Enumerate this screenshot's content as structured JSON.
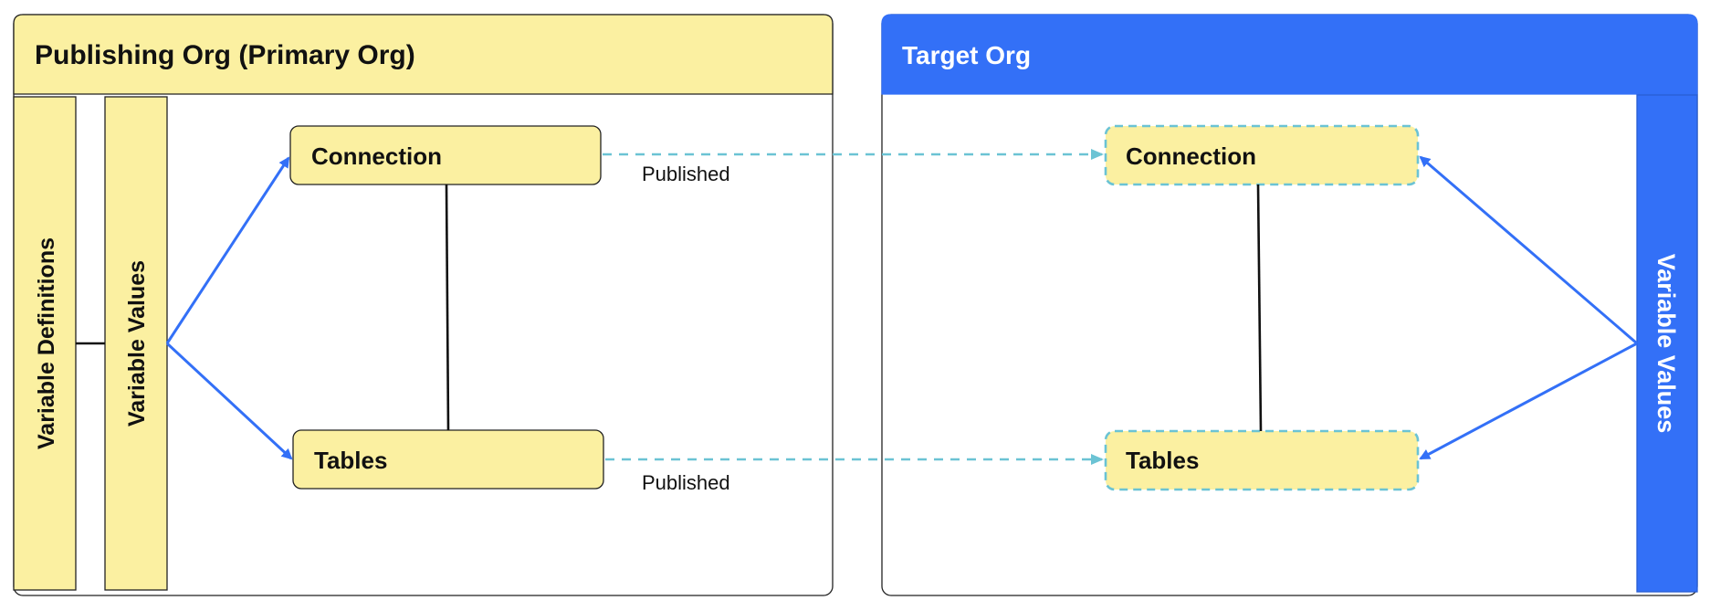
{
  "publishing_org": {
    "title": "Publishing Org (Primary Org)",
    "bars": {
      "definitions": "Variable Definitions",
      "values": "Variable Values"
    },
    "nodes": {
      "connection": "Connection",
      "tables": "Tables"
    }
  },
  "target_org": {
    "title": "Target Org",
    "bar_values": "Variable Values",
    "nodes": {
      "connection": "Connection",
      "tables": "Tables"
    }
  },
  "edges": {
    "published_connection": "Published",
    "published_tables": "Published"
  },
  "colors": {
    "yellow": "#fbf0a1",
    "blue": "#3370f7",
    "teal_dashed": "#6bc3d4",
    "black": "#111111"
  }
}
